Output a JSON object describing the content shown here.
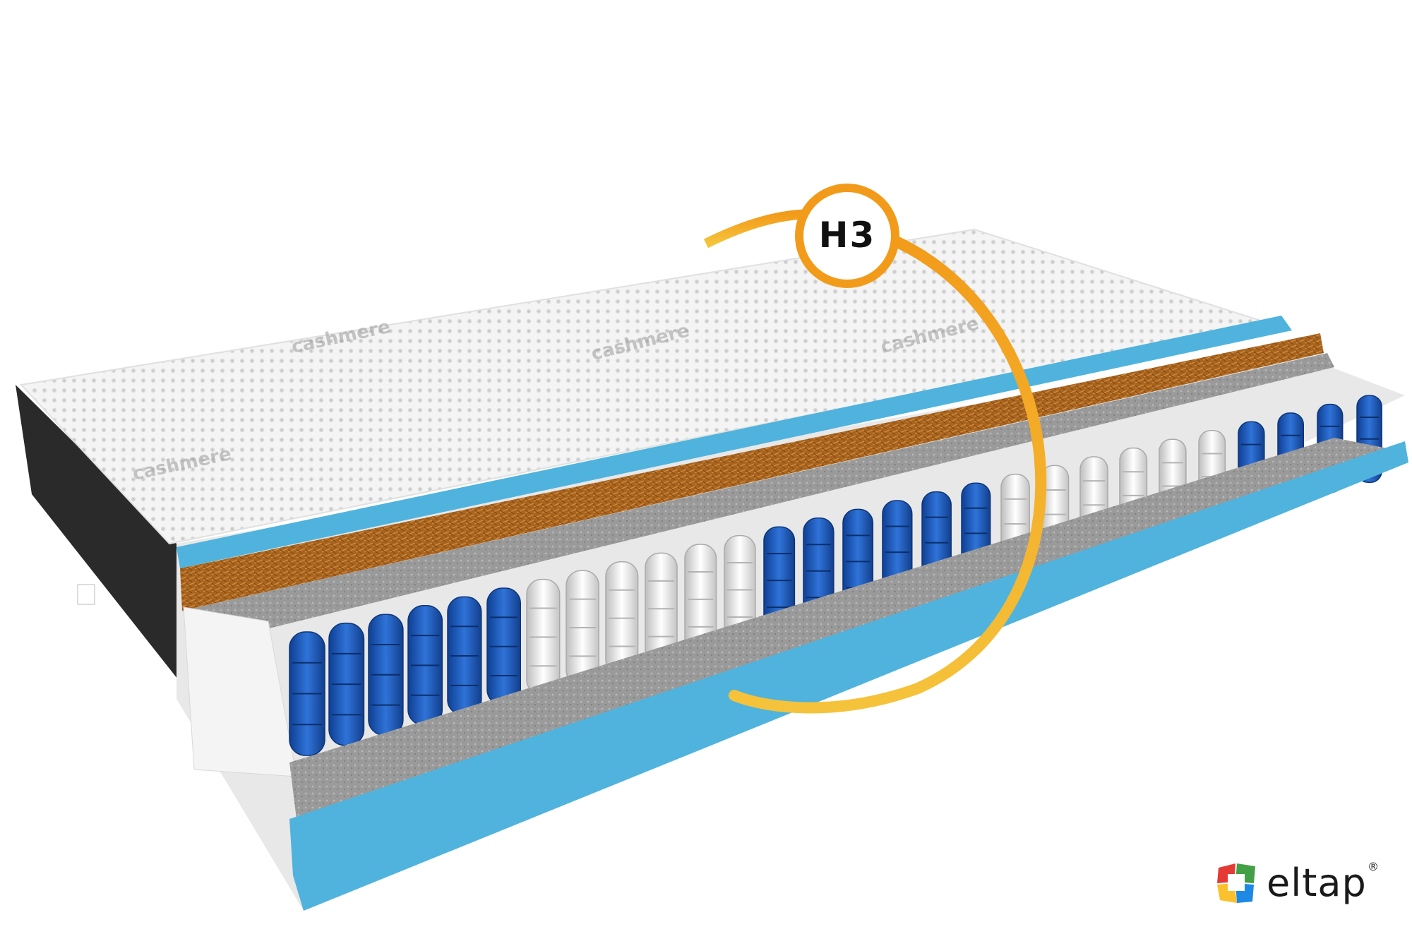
{
  "firmness": {
    "label": "H3"
  },
  "brand": {
    "name": "eltap",
    "registered": "®"
  },
  "cover": {
    "pattern_text": "cashmere"
  },
  "colors": {
    "foam_blue": "#4fb3dd",
    "spring_blue": "#1d5fc4",
    "spring_white": "#f0f0f0",
    "coconut": "#a8641f",
    "felt_gray": "#8f8f8f",
    "cover_white": "#f3f3f3",
    "side_black": "#2a2a2a",
    "ring_orange": "#f29b1a",
    "ring_yellow": "#f5c33b"
  },
  "springs": {
    "front_zones": [
      "blue",
      "white",
      "blue",
      "white",
      "blue",
      "white",
      "blue"
    ]
  }
}
